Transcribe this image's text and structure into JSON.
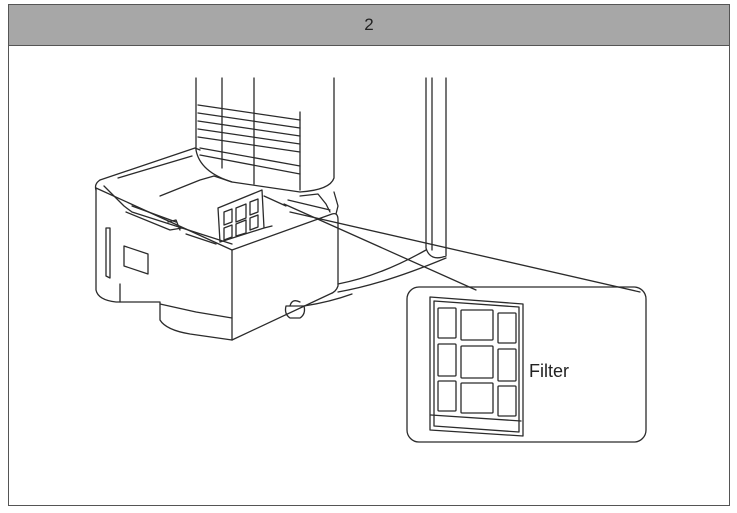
{
  "header": {
    "step_number": "2"
  },
  "callout": {
    "label": "Filter"
  },
  "colors": {
    "header_bg": "#a7a7a7",
    "line": "#2b2b2b",
    "border": "#555555"
  },
  "icons": {
    "illustration": "dehumidifier-water-tank-filter-drawing"
  }
}
